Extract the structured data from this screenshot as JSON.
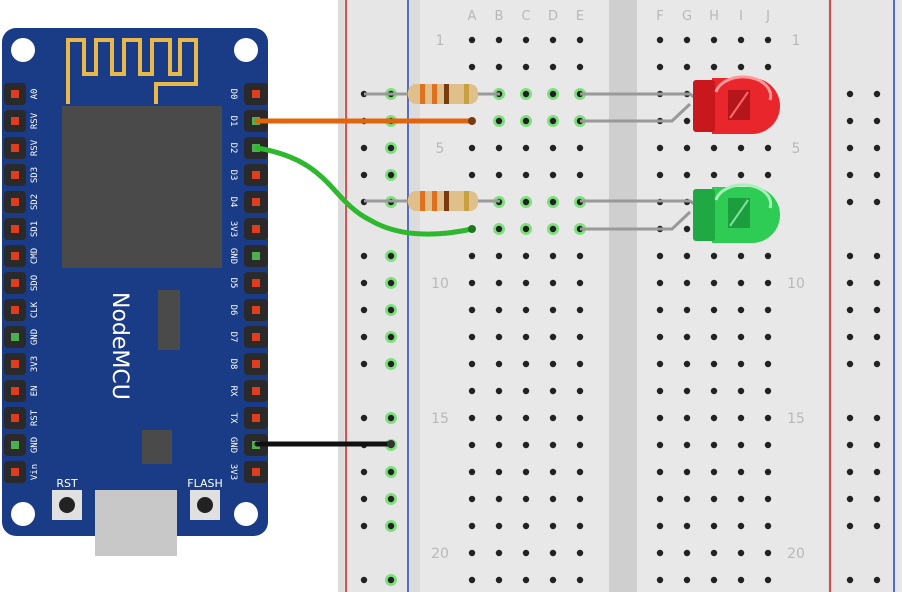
{
  "board": {
    "title": "NodeMCU",
    "left_pins": [
      "A0",
      "RSV",
      "RSV",
      "SD3",
      "SD2",
      "SD1",
      "CMD",
      "SDO",
      "CLK",
      "GND",
      "3V3",
      "EN",
      "RST",
      "GND",
      "Vin"
    ],
    "right_pins": [
      "D0",
      "D1",
      "D2",
      "D3",
      "D4",
      "3V3",
      "GND",
      "D5",
      "D6",
      "D7",
      "D8",
      "RX",
      "TX",
      "GND",
      "3V3"
    ],
    "rst_label": "RST",
    "flash_label": "FLASH",
    "colors": {
      "pcb": "#1a3b86",
      "pin_default": "#e03c1e",
      "pin_active": "#4caf50"
    }
  },
  "breadboard": {
    "column_letters_left": [
      "A",
      "B",
      "C",
      "D",
      "E"
    ],
    "column_letters_right": [
      "F",
      "G",
      "H",
      "I",
      "J"
    ],
    "row_numbers_shown": [
      "1",
      "5",
      "10",
      "15",
      "20"
    ]
  },
  "components": {
    "led_top": {
      "color": "#e8262c"
    },
    "led_bottom": {
      "color": "#2ecc55"
    },
    "wires": {
      "d1": "#e0650c",
      "d2": "#2db82d",
      "gnd": "#111111"
    }
  }
}
